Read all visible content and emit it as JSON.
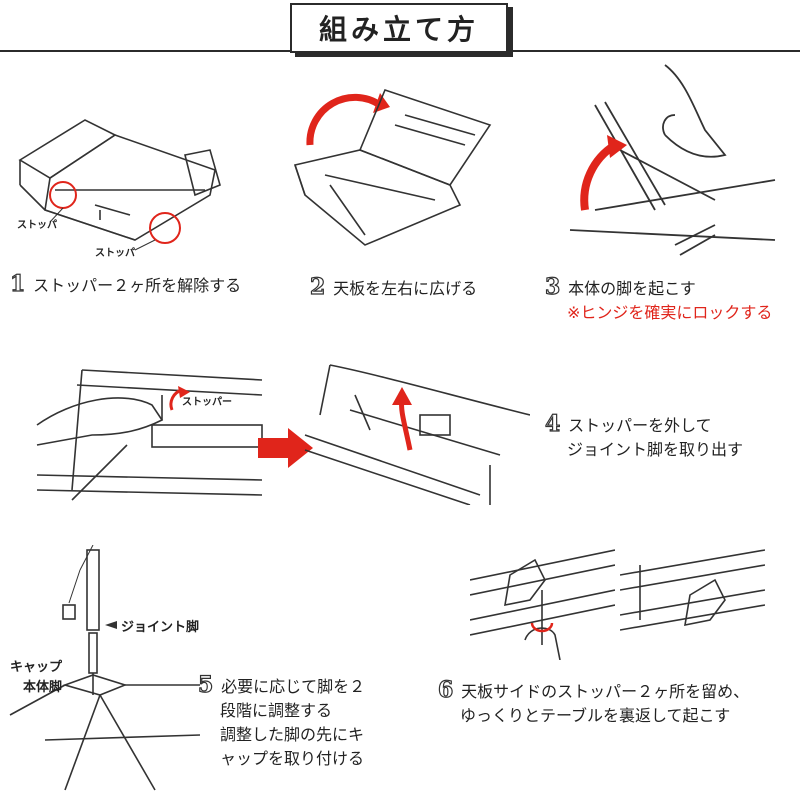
{
  "title": "組み立て方",
  "steps": [
    {
      "num": "1",
      "lines": [
        "ストッパー２ヶ所を解除する"
      ]
    },
    {
      "num": "2",
      "lines": [
        "天板を左右に広げる"
      ]
    },
    {
      "num": "3",
      "lines": [
        "本体の脚を起こす"
      ],
      "note": "※ヒンジを確実にロックする"
    },
    {
      "num": "4",
      "lines": [
        "ストッパーを外して",
        "ジョイント脚を取り出す"
      ]
    },
    {
      "num": "5",
      "lines": [
        "必要に応じて脚を２",
        "段階に調整する",
        "調整した脚の先にキ",
        "ャップを取り付ける"
      ]
    },
    {
      "num": "6",
      "lines": [
        "天板サイドのストッパー２ヶ所を留め、",
        "ゆっくりとテーブルを裏返して起こす"
      ]
    }
  ],
  "labels": {
    "stopper": "ストッパ",
    "stopper_full": "ストッパー",
    "joint_leg": "ジョイント脚",
    "cap": "キャップ",
    "body_leg": "本体脚"
  },
  "colors": {
    "accent": "#e0251b",
    "ink": "#2b2b2b"
  }
}
